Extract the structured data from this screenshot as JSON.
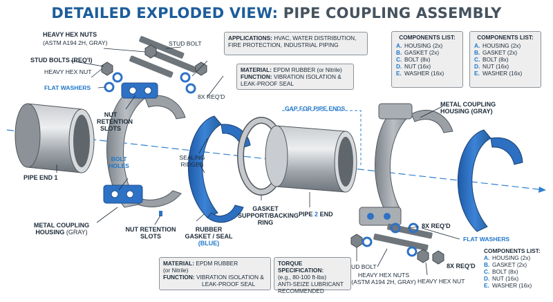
{
  "title": {
    "part1": "DETAILED EXPLODED VIEW:",
    "part2": "PIPE COUPLING ASSEMBLY"
  },
  "labels": {
    "heavy_hex_nuts_top": "HEAVY HEX NUTS",
    "astm_top": "(ASTM A194 2H, GRAY)",
    "stud_bolt_top": "STUD BOLT",
    "stud_bolts_reqd": "STUD BOLTS (REQ'I)",
    "heavy_hex_nut_left": "HEAVY HEX NUT",
    "flat_washers_left": "FLAT WASHERS",
    "req_8x_top": "8x REQ'D",
    "nut_retention_slots_top_1": "NUT",
    "nut_retention_slots_top_2": "RETENTION",
    "nut_retention_slots_top_3": "SLOTS",
    "bolt_holes_1": "BOLT",
    "bolt_holes_2": "HOLES",
    "pipe_end_1": "PIPE END 1",
    "sealing_ridges_1": "SEALING",
    "sealing_ridges_2": "RIDGES",
    "gap_for_pipe_ends": "GAP FOR PIPE ENDS",
    "metal_coupling_right_1": "METAL COUPLING",
    "metal_coupling_right_2": "HOUSING (GRAY)",
    "metal_coupling_left_1": "METAL COUPLING",
    "metal_coupling_left_2": "HOUSING",
    "metal_coupling_left_gray": "(GRAY)",
    "nut_retention_bottom_1": "NUT RETENTION",
    "nut_retention_bottom_2": "SLOTS",
    "rubber_gasket_1": "RUBBER",
    "rubber_gasket_2": "GASKET / SEAL",
    "rubber_gasket_3": "(BLUE)",
    "gasket_support_1": "GASKET",
    "gasket_support_2": "SUPPORT/BACKING",
    "gasket_support_3": "RING",
    "pipe_2_end_a": "PIPE",
    "pipe_2_end_num": "2",
    "pipe_2_end_b": "END",
    "req_8x_mid": "8x REQ'D",
    "flat_washers_right": "FLAT WASHERS",
    "stud_bolt_bottom": "STUD BOLT",
    "heavy_hex_nuts_bottom": "HEAVY HEX NUTS",
    "astm_bottom": "(ASTM A194 2H, GRAY)",
    "heavy_hex_nut_bottom": "HEAVY HEX NUT",
    "req_8x_bottom": "8x REQ'D"
  },
  "boxes": {
    "applications": {
      "label": "APPLICATIONS:",
      "text_1": "HVAC, WATER DISTRIBUTION,",
      "text_2": "FIRE PROTECTION, INDUSTRIAL PIPING"
    },
    "material_top": {
      "label_1": "MATERIAL:",
      "text_1": "EPDM RUBBER (or Nitrile)",
      "label_2": "FUNCTION:",
      "text_2": "VIBRATION ISOLATION &",
      "text_3": "LEAK-PROOF SEAL"
    },
    "material_bottom": {
      "label_1": "MATERIAL:",
      "text_1": "EPDM RUBBER",
      "text_1b": "(or Nitrile)",
      "label_2": "FUNCTION:",
      "text_2": "VIBRATION ISOLATION &",
      "text_3": "LEAK-PROOF SEAL"
    },
    "torque": {
      "label": "TORQUE SPECIFICATION:",
      "text_1": "(e.g., 80-100 ft-lbs)",
      "text_2": "ANTI-SEIZE LUBRICANT",
      "text_3": "RECOMMENDED"
    }
  },
  "components_list": {
    "heading": "COMPONENTS LIST:",
    "items": [
      {
        "key": "A.",
        "text": "HOUSING (2x)"
      },
      {
        "key": "B.",
        "text": "GASKET (2x)"
      },
      {
        "key": "C.",
        "text": "BOLT (8x)"
      },
      {
        "key": "D.",
        "text": "NUT (16x)"
      },
      {
        "key": "E.",
        "text": "WASHER (16x)"
      }
    ]
  },
  "colors": {
    "title_blue": "#1d5d9b",
    "title_gray": "#46535f",
    "gasket_blue": "#2d6fc0",
    "metal_gray": "#a9aeb3",
    "accent_blue": "#1f76c9"
  }
}
